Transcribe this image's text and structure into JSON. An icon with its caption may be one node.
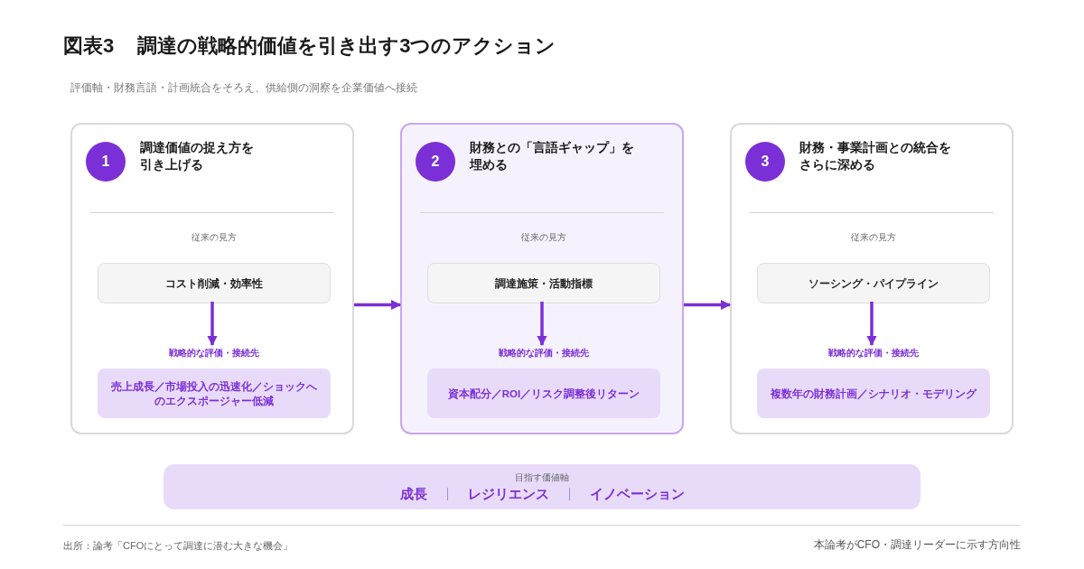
{
  "diagram": {
    "title": "調達の戦略的価値を引き出す3つのアクション",
    "nodes": [
      {
        "text": [
          "調達価値の捉え方を引き上げる"
        ]
      },
      {
        "text": [
          "1"
        ],
        "in": 0
      },
      {
        "text": [
          "従来の見方",
          "コスト削減・効率性"
        ],
        "in": 0
      },
      {
        "text": [
          "戦略的な評価・接続先",
          "売上成長／市場投入の迅速化／ショックへのエクスポージャー低減"
        ],
        "in": 0
      },
      {
        "text": [
          "財務との「言語ギャップ」を埋める"
        ]
      },
      {
        "text": [
          "2"
        ],
        "in": 4
      },
      {
        "text": [
          "従来の見方",
          "調達施策・活動指標"
        ],
        "in": 4
      },
      {
        "text": [
          "戦略的な評価・接続先",
          "資本配分／ROI／リスク調整後リターン"
        ],
        "in": 4
      },
      {
        "text": [
          "財務・事業計画との統合をさらに深める"
        ]
      },
      {
        "text": [
          "3"
        ],
        "in": 8
      },
      {
        "text": [
          "従来の見方",
          "ソーシング・パイプライン"
        ],
        "in": 8
      },
      {
        "text": [
          "戦略的な評価・接続先",
          "複数年の財務計画／シナリオ・モデリング"
        ],
        "in": 8
      },
      {
        "text": [
          "目指す価値軸",
          "成長",
          "レジリエンス",
          "イノベーション"
        ]
      }
    ],
    "edges": [
      {
        "from": 2,
        "to": 3,
        "arrow": "to"
      },
      {
        "from": 0,
        "to": 4,
        "arrow": "to"
      },
      {
        "from": 6,
        "to": 7,
        "arrow": "to"
      },
      {
        "from": 4,
        "to": 8,
        "arrow": "to"
      },
      {
        "from": 10,
        "to": 11,
        "arrow": "to"
      }
    ],
    "labels": [
      "図表3",
      "評価軸・財務言語・計画統合をそろえ、供給側の洞察を企業価値へ接続",
      "出所：論考「CFOにとって調達に潜む大きな機会」",
      "本論考がCFO・調達リーダーに示す方向性"
    ]
  }
}
